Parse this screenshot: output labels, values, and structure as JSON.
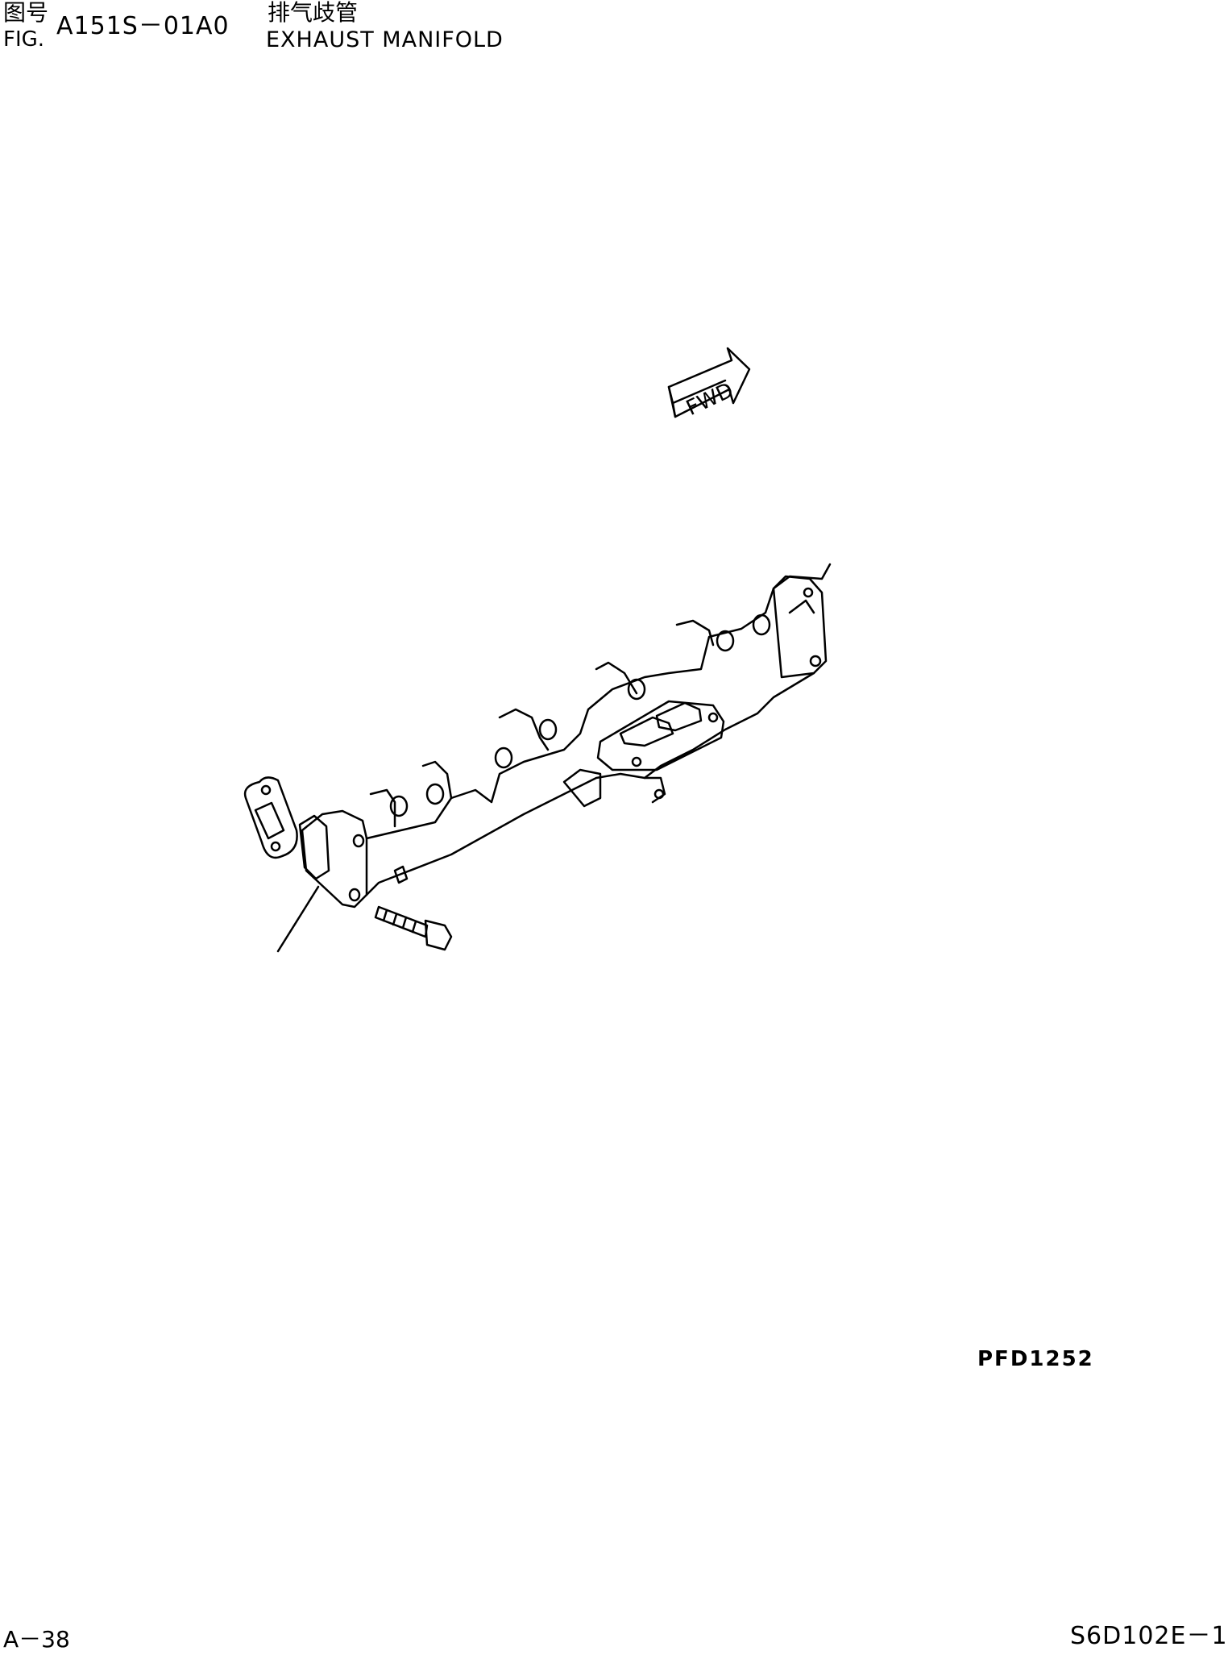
{
  "header": {
    "fig_label_cn": "图号",
    "fig_label_en": "FIG.",
    "fig_number": "A151S－01A0",
    "title_cn": "排气歧管",
    "title_en": "EXHAUST MANIFOLD"
  },
  "drawing": {
    "fwd_label": "FWD",
    "reference_code": "PFD1252"
  },
  "footer": {
    "page_number": "A－38",
    "model_code": "S6D102E－1"
  }
}
